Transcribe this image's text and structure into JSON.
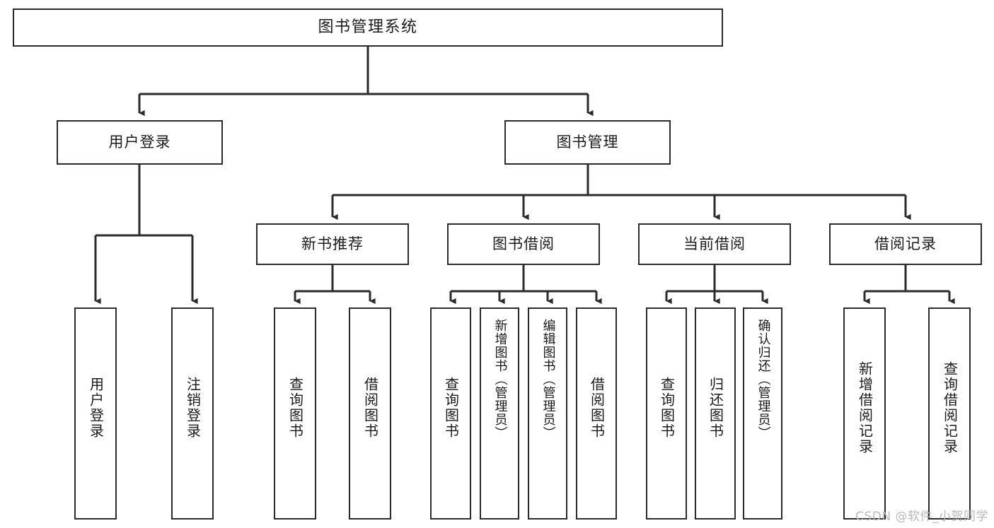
{
  "diagram": {
    "title": "图书管理系统",
    "watermark": "CSDN @软件_小贺同学",
    "colors": {
      "background": "#ffffff",
      "border": "#2b2b2b",
      "edge": "#2b2b2b",
      "text": "#1b1b1b",
      "watermark": "#b9b9b9"
    },
    "root": {
      "label": "图书管理系统"
    },
    "level1": [
      {
        "label": "用户登录"
      },
      {
        "label": "图书管理"
      }
    ],
    "level2": [
      {
        "label": "新书推荐"
      },
      {
        "label": "图书借阅"
      },
      {
        "label": "当前借阅"
      },
      {
        "label": "借阅记录"
      }
    ],
    "leaves": {
      "user_login": [
        {
          "label": "用户登录"
        },
        {
          "label": "注销登录"
        }
      ],
      "new_book": [
        {
          "label": "查询图书"
        },
        {
          "label": "借阅图书"
        }
      ],
      "book_borrow": [
        {
          "label": "查询图书"
        },
        {
          "label": "新增图书（管理员）"
        },
        {
          "label": "编辑图书（管理员）"
        },
        {
          "label": "借阅图书"
        }
      ],
      "current_borrow": [
        {
          "label": "查询图书"
        },
        {
          "label": "归还图书"
        },
        {
          "label": "确认归还（管理员）"
        }
      ],
      "borrow_record": [
        {
          "label": "新增借阅记录"
        },
        {
          "label": "查询借阅记录"
        }
      ]
    }
  }
}
